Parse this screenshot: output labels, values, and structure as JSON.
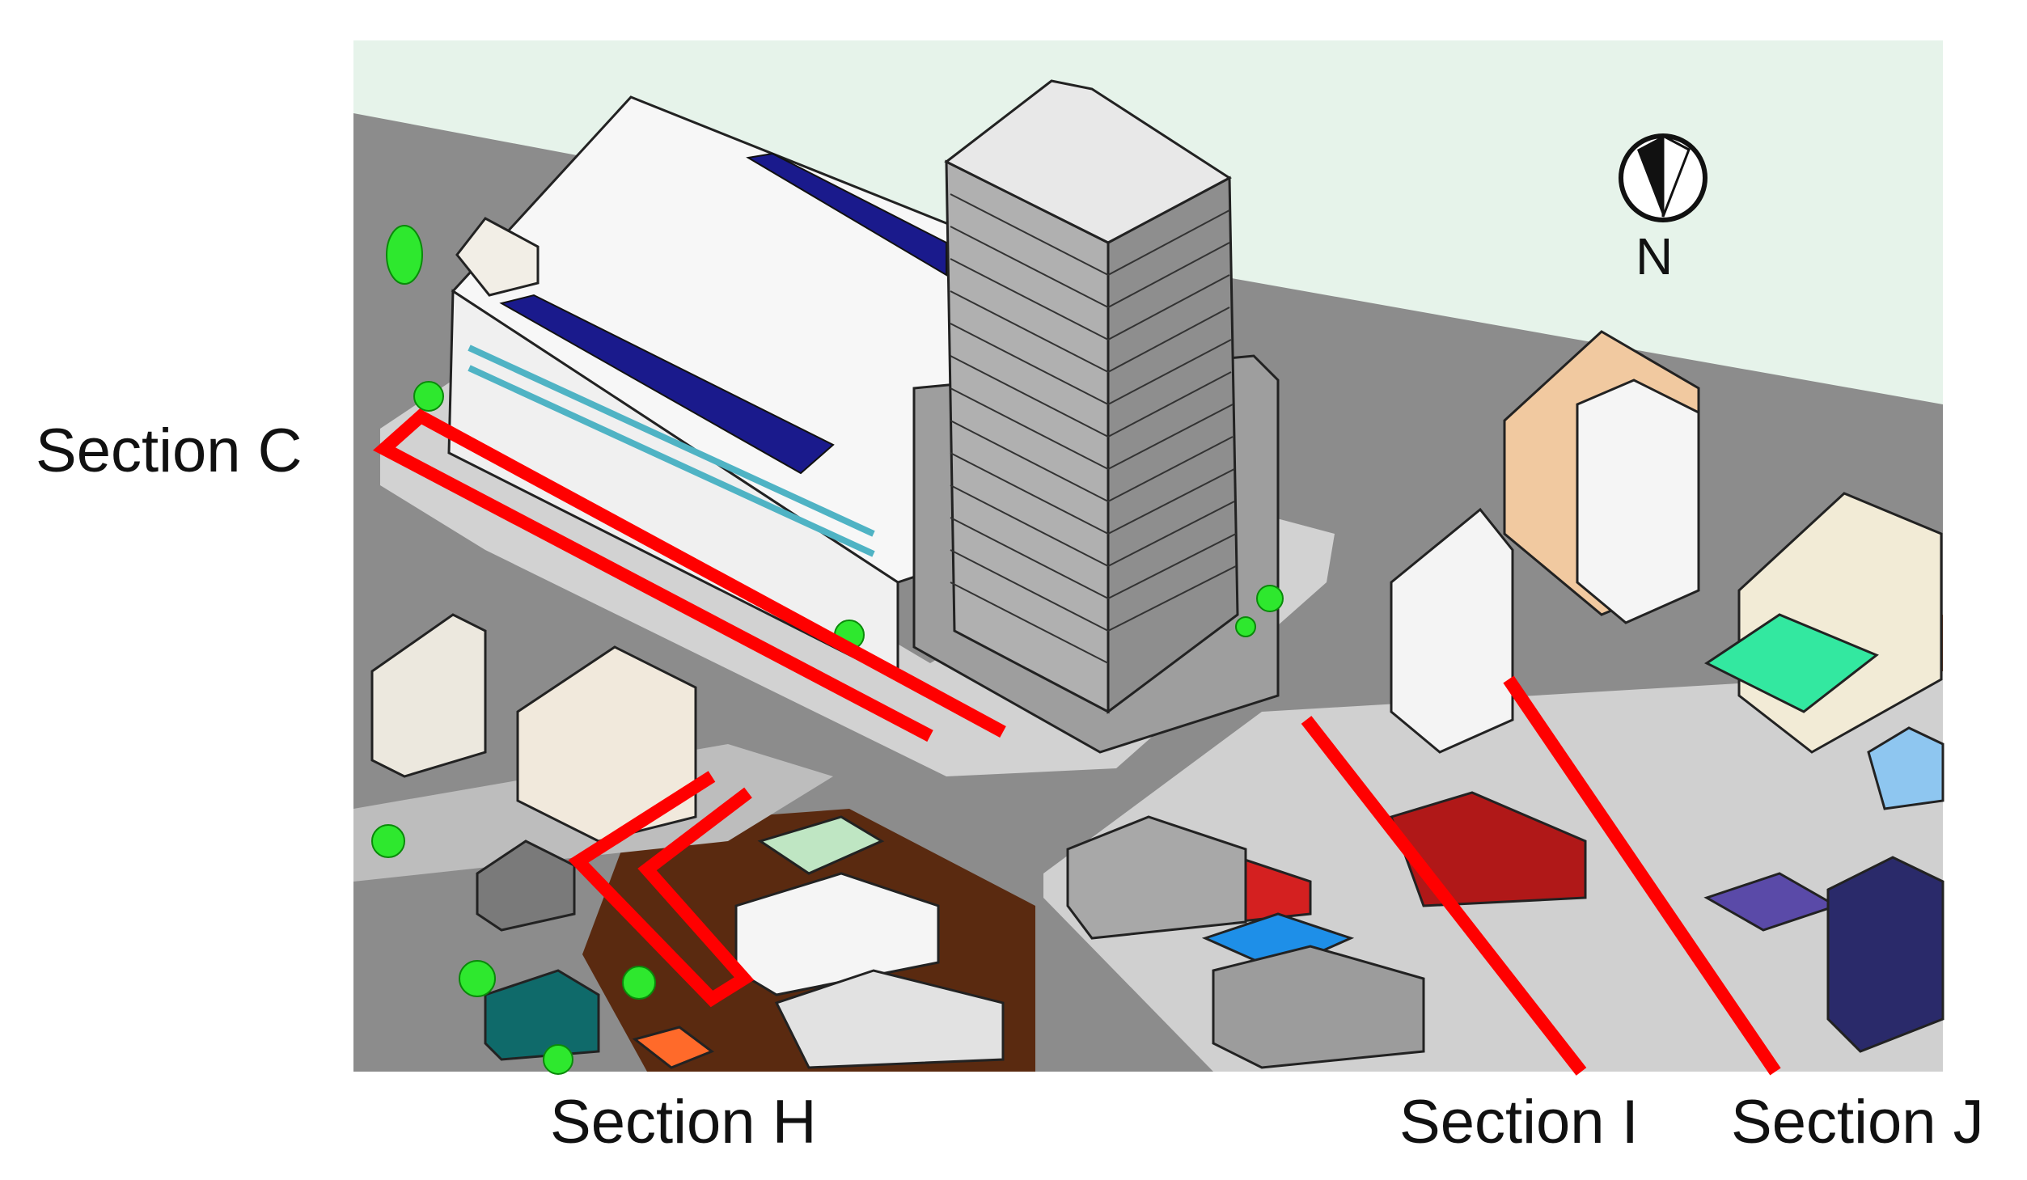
{
  "labels": {
    "section_c": "Section C",
    "section_h": "Section H",
    "section_i": "Section I",
    "section_j": "Section J",
    "north": "N"
  },
  "colors": {
    "sky": "#e6f3ea",
    "road": "#8c8c8c",
    "sidewalk": "#cfcfcf",
    "soil": "#5a2a10",
    "section_line": "#ff0000",
    "tree": "#2ee82e",
    "solar_panel": "#1a1a8c"
  },
  "icons": {
    "compass": "north-arrow-icon"
  }
}
